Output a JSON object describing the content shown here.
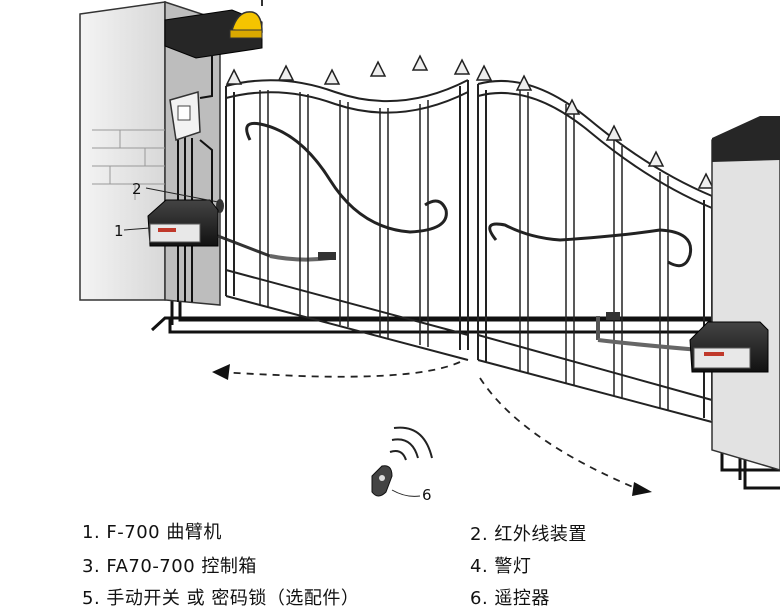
{
  "callouts": {
    "c1": "1",
    "c2": "2",
    "c6": "6"
  },
  "legend": {
    "l1": "1. F-700 曲臂机",
    "l2": "2. 红外线装置",
    "l3": "3. FA70-700 控制箱",
    "l4": "4. 警灯",
    "l5": "5. 手动开关 或 密码锁（选配件）",
    "l6": "6. 遥控器"
  },
  "colors": {
    "lamp": "#f5c400",
    "operator_stripe": "#c0392b",
    "dark": "#2b2b2b"
  }
}
